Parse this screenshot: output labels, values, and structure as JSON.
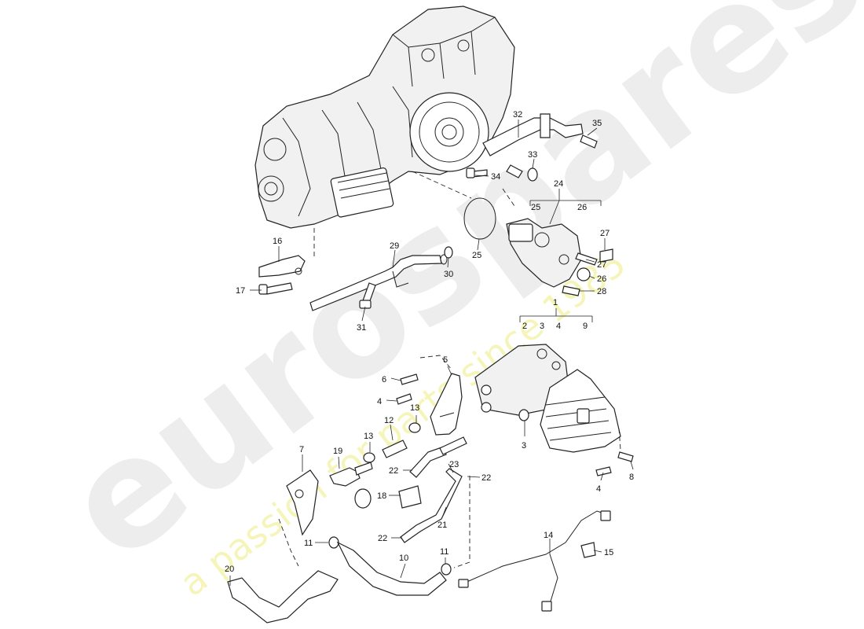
{
  "watermark": {
    "brand": "eurospares",
    "tagline": "a passion for parts since 1985",
    "brand_color": "#e6e6e6",
    "tagline_color": "#f3f3a8"
  },
  "callouts": {
    "c1": "1",
    "c2": "2",
    "c3a": "3",
    "c3b": "3",
    "c4a": "4",
    "c4b": "4",
    "c4c": "4",
    "c5": "5",
    "c6": "6",
    "c7": "7",
    "c8": "8",
    "c9": "9",
    "c10": "10",
    "c11a": "11",
    "c11b": "11",
    "c12": "12",
    "c13a": "13",
    "c13b": "13",
    "c14": "14",
    "c15": "15",
    "c16": "16",
    "c17": "17",
    "c18": "18",
    "c19": "19",
    "c20": "20",
    "c21": "21",
    "c22a": "22",
    "c22b": "22",
    "c22c": "22",
    "c23": "23",
    "c24": "24",
    "c25a": "25",
    "c25b": "25",
    "c26a": "26",
    "c26b": "26",
    "c27a": "27",
    "c27b": "27",
    "c28": "28",
    "c29": "29",
    "c30": "30",
    "c31": "31",
    "c32": "32",
    "c33": "33",
    "c34": "34",
    "c35": "35"
  }
}
